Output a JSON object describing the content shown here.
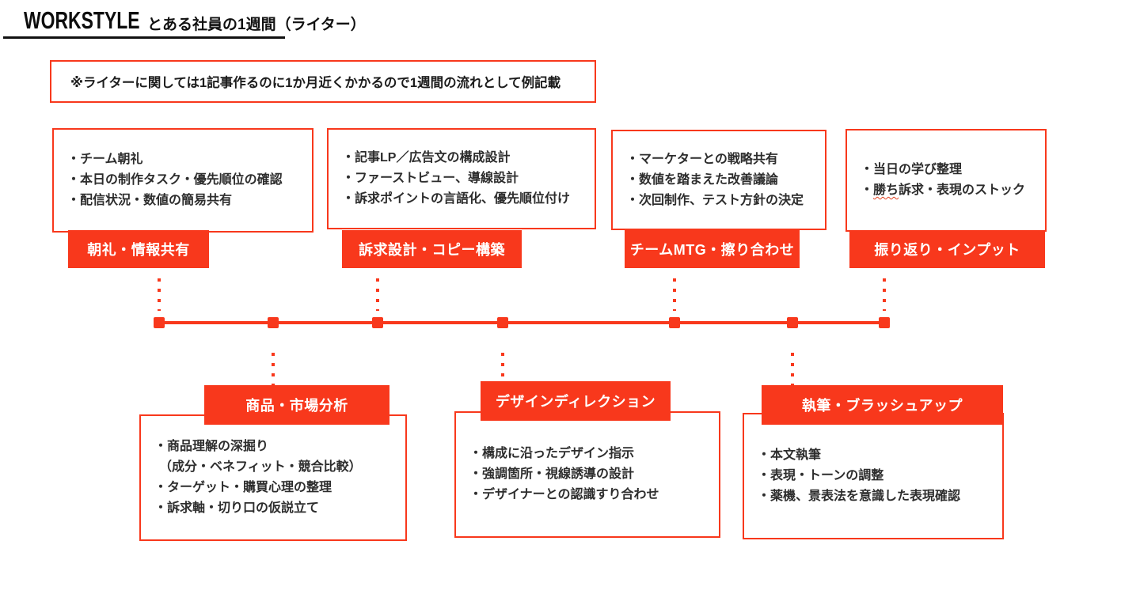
{
  "header": {
    "brand": "WORKSTYLE",
    "title": "とある社員の1週間（ライター）"
  },
  "note": "※ライターに関しては1記事作るのに1か月近くかかるので1週間の流れとして例記載",
  "colors": {
    "accent": "#F8381C",
    "text": "#2d2d2d",
    "label_text": "#ffffff"
  },
  "top_row": [
    {
      "label": "朝礼・情報共有",
      "items": [
        "・チーム朝礼",
        "・本日の制作タスク・優先順位の確認",
        "・配信状況・数値の簡易共有"
      ]
    },
    {
      "label": "訴求設計・コピー構築",
      "items": [
        "・記事LP／広告文の構成設計",
        "・ファーストビュー、導線設計",
        "・訴求ポイントの言語化、優先順位付け"
      ]
    },
    {
      "label": "チームMTG・擦り合わせ",
      "items": [
        "・マーケターとの戦略共有",
        "・数値を踏まえた改善議論",
        "・次回制作、テスト方針の決定"
      ]
    },
    {
      "label": "振り返り・インプット",
      "items": [
        "・当日の学び整理",
        {
          "text": "・勝ち訴求・表現のストック",
          "wavy": "勝ち"
        }
      ]
    }
  ],
  "bottom_row": [
    {
      "label": "商品・市場分析",
      "items": [
        "・商品理解の深掘り",
        "（成分・ベネフィット・競合比較）",
        "・ターゲット・購買心理の整理",
        "・訴求軸・切り口の仮説立て"
      ]
    },
    {
      "label": "デザインディレクション",
      "items": [
        "・構成に沿ったデザイン指示",
        "・強調箇所・視線誘導の設計",
        "・デザイナーとの認識すり合わせ"
      ]
    },
    {
      "label": "執筆・ブラッシュアップ",
      "items": [
        "・本文執筆",
        "・表現・トーンの調整",
        "・薬機、景表法を意識した表現確認"
      ]
    }
  ],
  "timeline": {
    "node_count": 7
  }
}
